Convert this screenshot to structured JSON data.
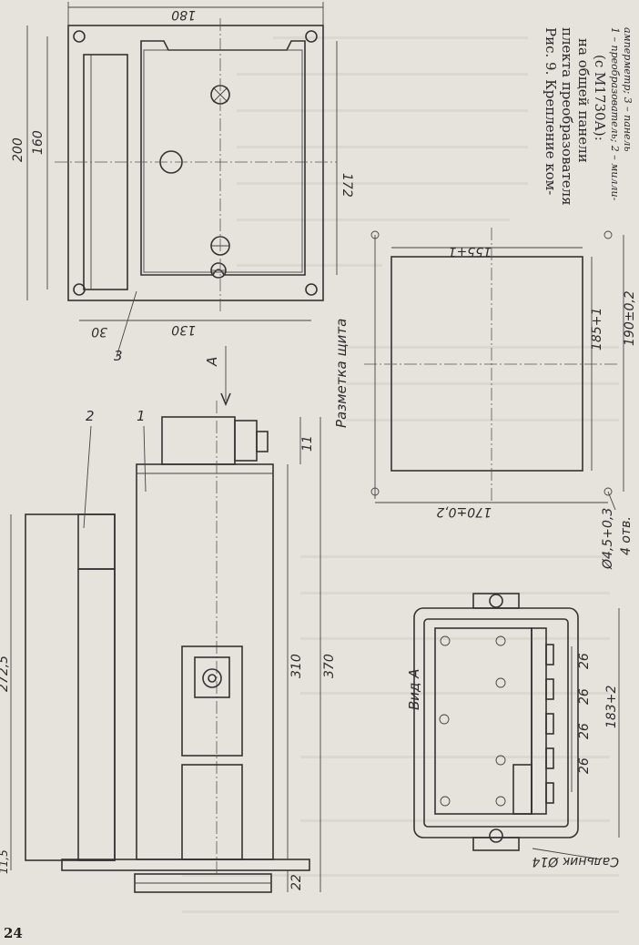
{
  "page_number": "24",
  "caption": {
    "title_lines": [
      "Рис. 9. Крепление ком-",
      "плекта преобразователя",
      "на общей панели",
      "(с М1730А):"
    ],
    "legend_lines": [
      "1 – преобразователь; 2 – милли-",
      "амперметр; 3 – панель"
    ]
  },
  "panel_marking": {
    "title": "Разметка щита",
    "dim_width": "170±0,2",
    "dim_height": "190±0,2",
    "dim_cut_w": "155+1",
    "dim_cut_h": "185+1",
    "hole_dia": "Ø4,5+0,3",
    "hole_count": "4 отв."
  },
  "top_view": {
    "dim_180": "180",
    "dim_200": "200",
    "dim_160": "160",
    "dim_172": "172",
    "dim_130": "130",
    "dim_30": "30",
    "callout_3": "3"
  },
  "side_view": {
    "arrow_a": "A",
    "callout_1": "1",
    "callout_2": "2",
    "dim_11": "11",
    "dim_310": "310",
    "dim_370": "370",
    "dim_272_5": "272,5",
    "dim_11_5": "11,5",
    "dim_22": "22"
  },
  "view_a": {
    "title": "Вид А",
    "dim_26_1": "26",
    "dim_26_2": "26",
    "dim_26_3": "26",
    "dim_26_4": "26",
    "dim_183": "183+2",
    "gland": "Сальник Ø14"
  }
}
